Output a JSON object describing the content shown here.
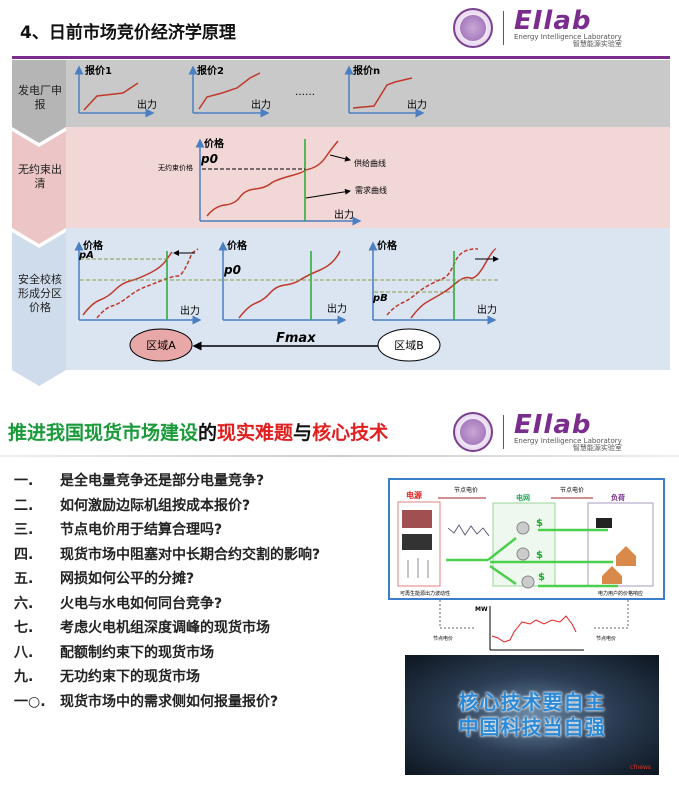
{
  "slide1": {
    "title": "4、日前市场竞价经济学原理",
    "logo": {
      "name": "EIlab",
      "subtitle": "Energy Intelligence Laboratory",
      "subtitle_cn": "智慧能源实验室"
    },
    "rows": [
      {
        "label": "发电厂申报"
      },
      {
        "label": "无约束出清"
      },
      {
        "label": "安全校核形成分区价格"
      }
    ],
    "bids": {
      "bid1": "报价1",
      "bid2": "报价2",
      "bidn": "报价n",
      "ellipsis": "……",
      "x_axis": "出力"
    },
    "unconstrained": {
      "y_axis": "价格",
      "x_axis": "出力",
      "p0": "p0",
      "price_label": "无约束价格",
      "supply": "供给曲线",
      "demand": "需求曲线"
    },
    "zonal": {
      "y_axis": "价格",
      "x_axis": "出力",
      "pA": "pA",
      "p0": "p0",
      "pB": "pB",
      "zone_a": "区域A",
      "zone_b": "区域B",
      "flow": "Fmax"
    },
    "colors": {
      "accent": "#7b2d8e",
      "curve": "#c0392b",
      "axis": "#4a7fc1",
      "demand": "#22aa33"
    }
  },
  "slide2": {
    "title_parts": [
      "推进我国现货市场建设",
      "的",
      "现实难题",
      "与",
      "核心技术"
    ],
    "items": [
      {
        "n": "一.",
        "text": "是全电量竞争还是部分电量竞争?"
      },
      {
        "n": "二.",
        "text": "如何激励边际机组按成本报价?"
      },
      {
        "n": "三.",
        "text": "节点电价用于结算合理吗?"
      },
      {
        "n": "四.",
        "text": "现货市场中阻塞对中长期合约交割的影响?"
      },
      {
        "n": "五.",
        "text": "网损如何公平的分摊?"
      },
      {
        "n": "六.",
        "text": "火电与水电如何同台竞争?"
      },
      {
        "n": "七.",
        "text": "考虑火电机组深度调峰的现货市场"
      },
      {
        "n": "八.",
        "text": "配额制约束下的现货市场"
      },
      {
        "n": "九.",
        "text": "无功约束下的现货市场"
      },
      {
        "n": "一○.",
        "text": "现货市场中的需求侧如何报量报价?"
      }
    ],
    "market_diagram": {
      "source": "电源",
      "grid": "电网",
      "load": "负荷",
      "lmp": "节点电价",
      "renewable_note": "可再生能源出力波动性",
      "user_note": "电力用户的价格响应",
      "mw": "MW"
    },
    "banner": {
      "line1": "核心技术要自主",
      "line2": "中国科技当自强",
      "mark": "cfnews"
    }
  }
}
